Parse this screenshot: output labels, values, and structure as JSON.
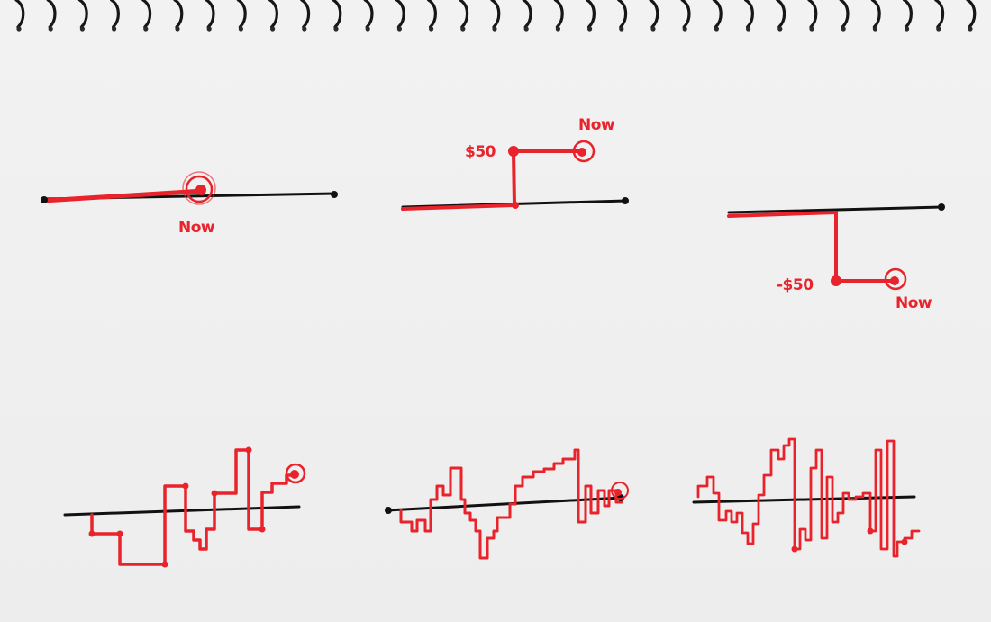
{
  "labels": {
    "sketch1_now": "Now",
    "sketch2_amount": "$50",
    "sketch2_now": "Now",
    "sketch3_amount": "-$50",
    "sketch3_now": "Now"
  },
  "colors": {
    "paper": "#efefef",
    "ink_black": "#111111",
    "ink_red": "#e8232b",
    "spiral": "#161616"
  },
  "icons": [
    "spiral-binding",
    "now-marker-circle"
  ]
}
